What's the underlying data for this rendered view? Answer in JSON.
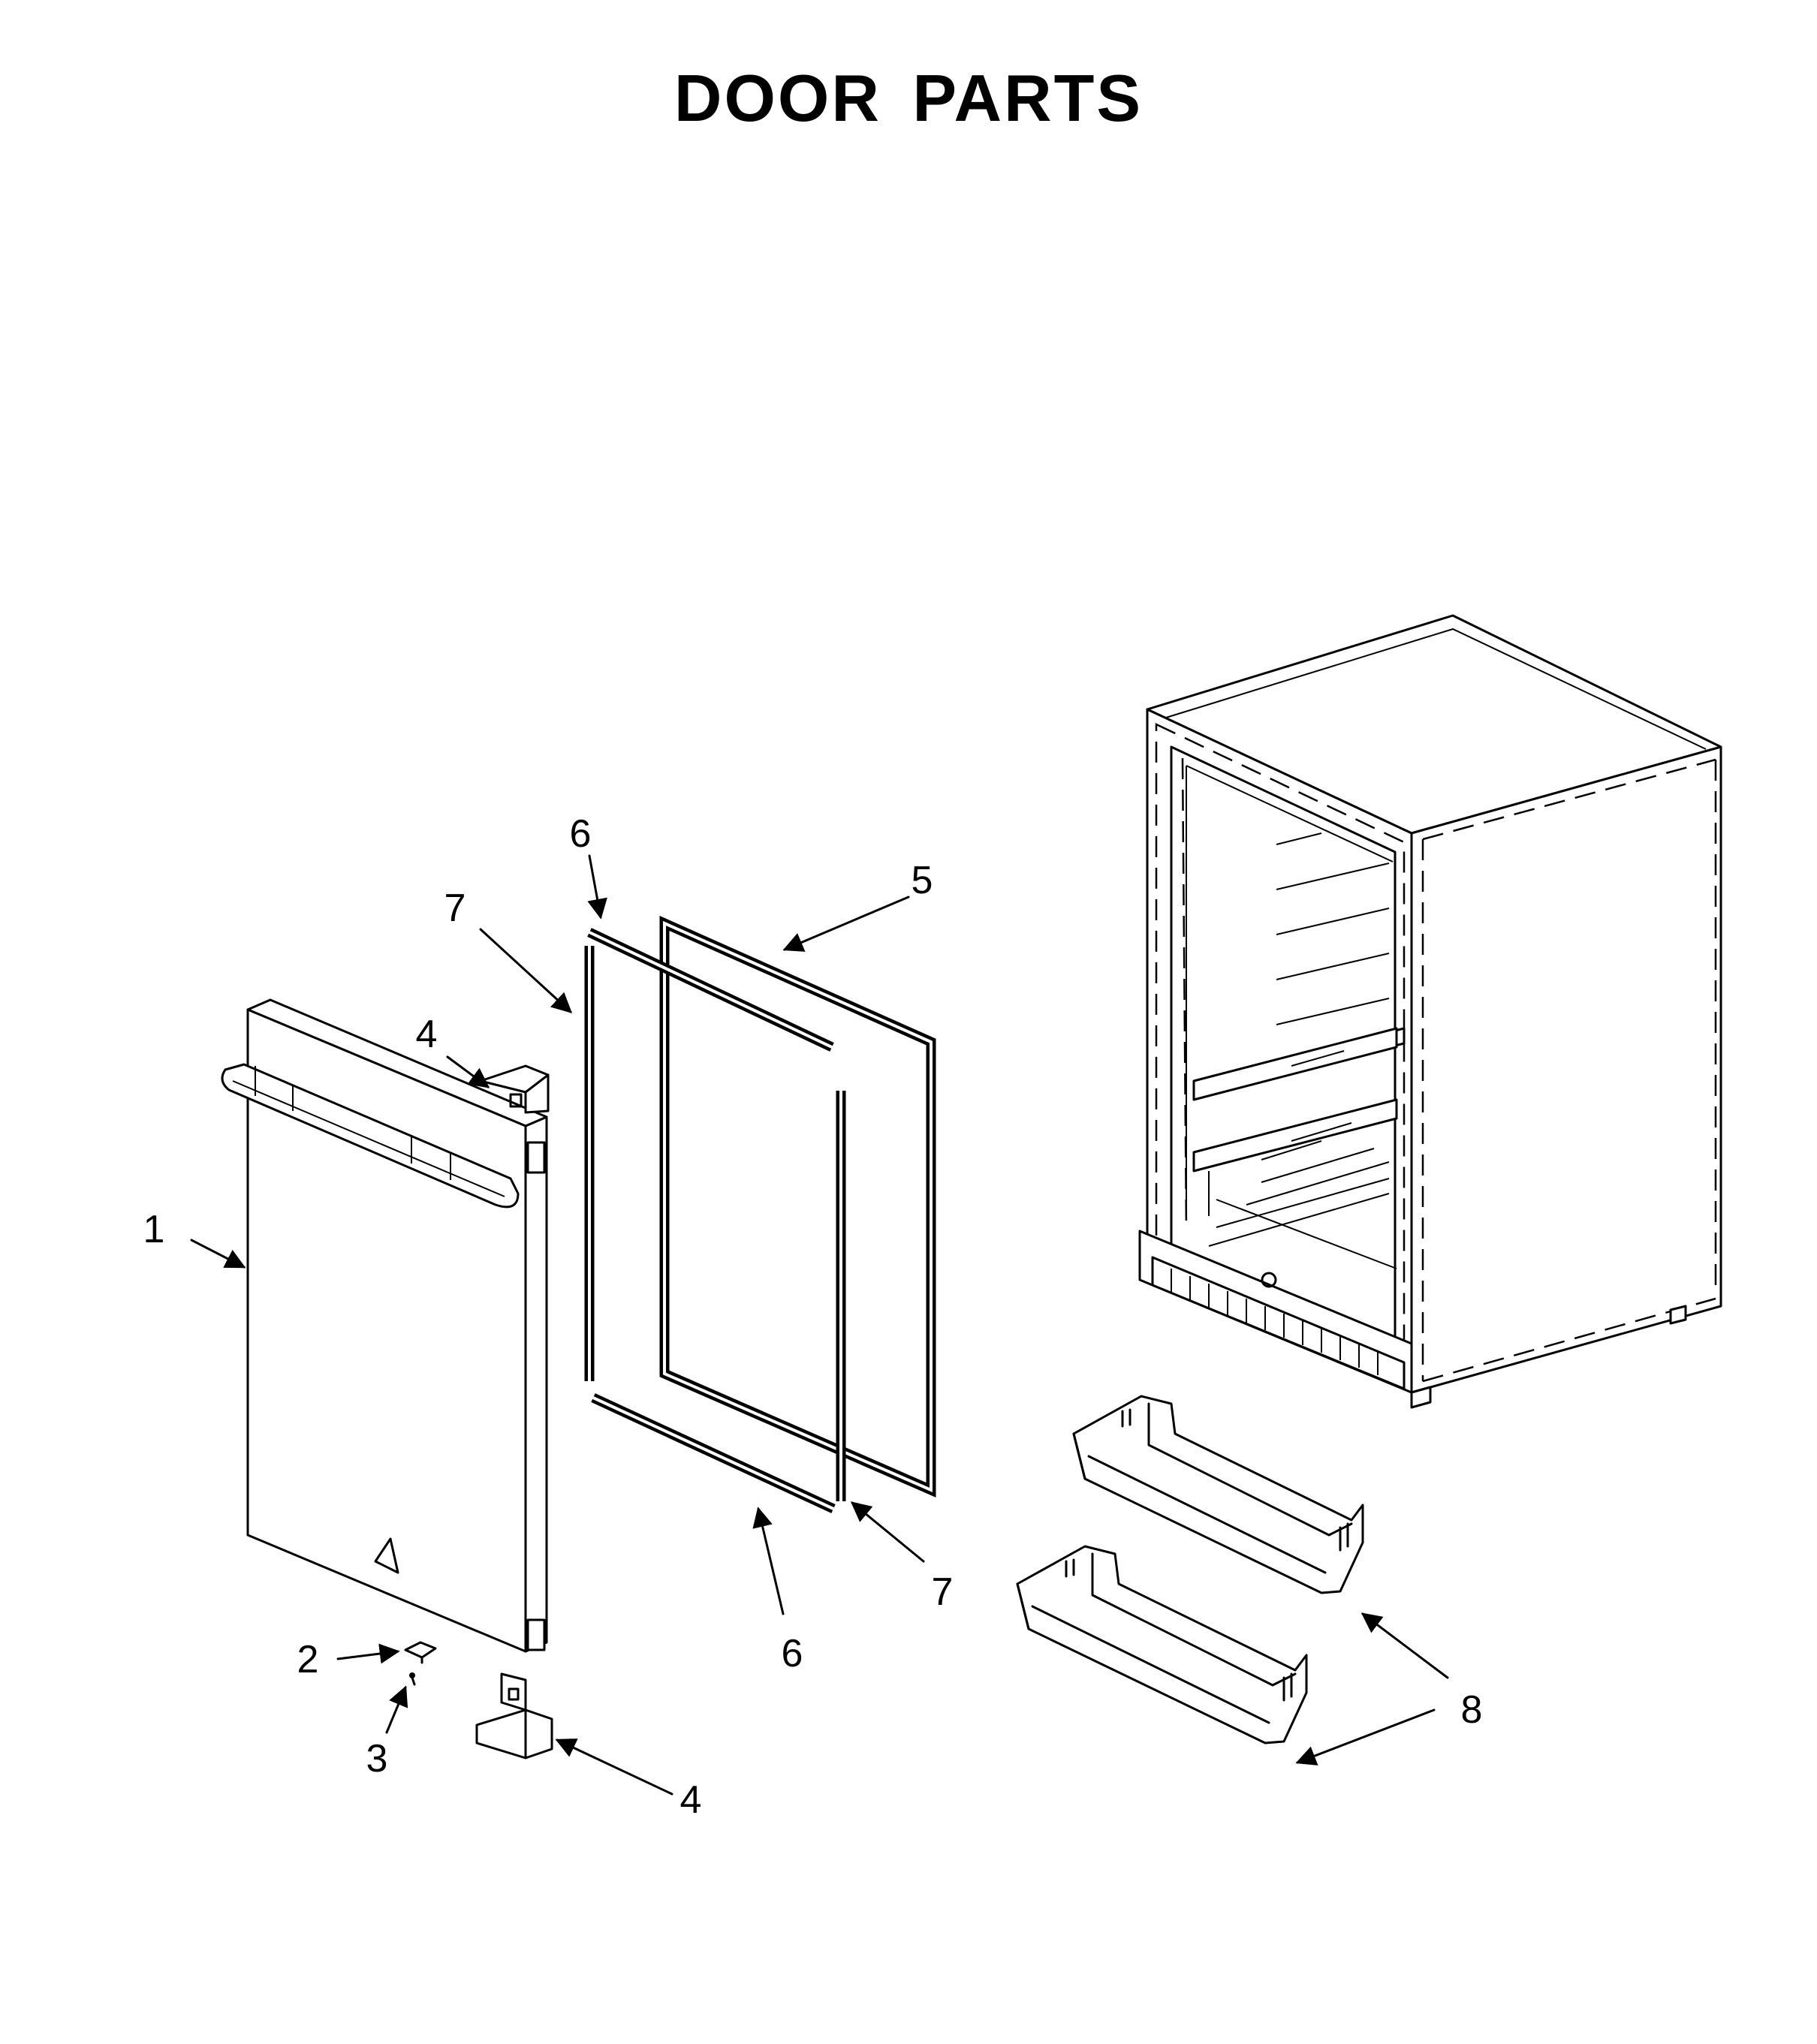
{
  "title": "DOOR PARTS",
  "callouts": [
    {
      "id": "door",
      "label": "1"
    },
    {
      "id": "hinge-bracket",
      "label": "2"
    },
    {
      "id": "screw",
      "label": "3"
    },
    {
      "id": "hinge-cover-top",
      "label": "4"
    },
    {
      "id": "hinge-cover-bottom",
      "label": "4"
    },
    {
      "id": "gasket",
      "label": "5"
    },
    {
      "id": "gasket-strip-top",
      "label": "6"
    },
    {
      "id": "gasket-strip-bottom",
      "label": "6"
    },
    {
      "id": "gasket-strip-left",
      "label": "7"
    },
    {
      "id": "gasket-strip-right",
      "label": "7"
    },
    {
      "id": "door-bins",
      "label": "8"
    }
  ]
}
